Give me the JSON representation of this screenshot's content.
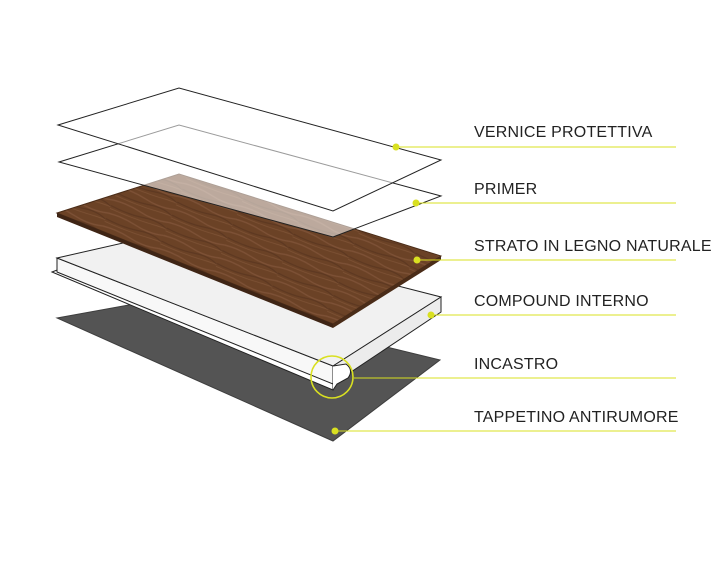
{
  "diagram": {
    "layers": [
      {
        "label": "VERNICE PROTETTIVA"
      },
      {
        "label": "PRIMER"
      },
      {
        "label": "STRATO IN LEGNO NATURALE"
      },
      {
        "label": "COMPOUND INTERNO"
      },
      {
        "label": "INCASTRO"
      },
      {
        "label": "TAPPETINO ANTIRUMORE"
      }
    ],
    "colors": {
      "accent": "#d9e021",
      "wood": "#6b4226",
      "underlay": "#545454",
      "compound": "#f1f1f1",
      "outline": "#222222"
    }
  }
}
